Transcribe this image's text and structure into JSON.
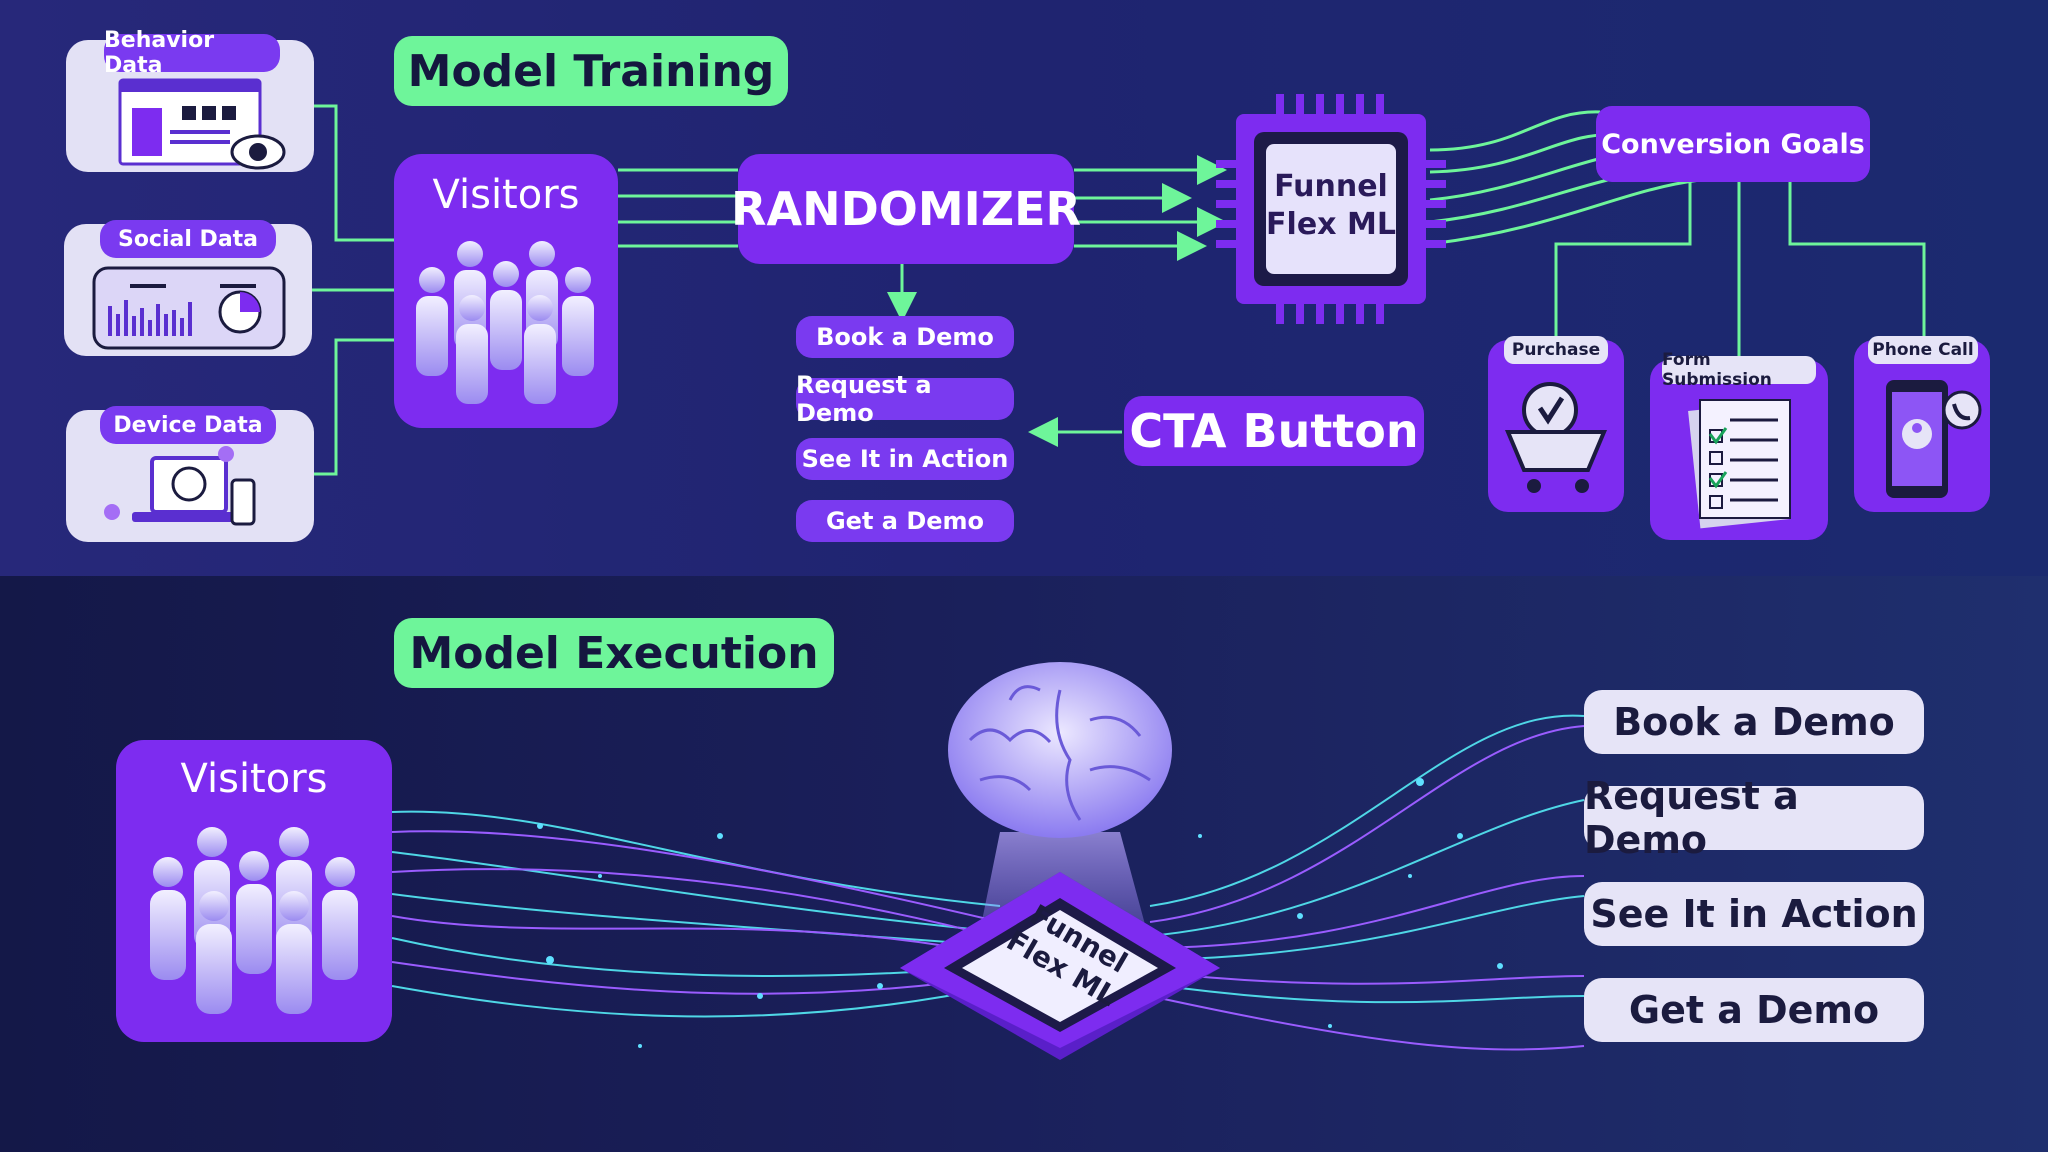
{
  "training": {
    "title": "Model Training",
    "sources": [
      {
        "label": "Behavior Data",
        "icon": "browser-eye-icon"
      },
      {
        "label": "Social Data",
        "icon": "analytics-chart-icon"
      },
      {
        "label": "Device Data",
        "icon": "laptop-phone-icon"
      }
    ],
    "visitors_label": "Visitors",
    "randomizer_label": "RANDOMIZER",
    "chip_line1": "Funnel",
    "chip_line2": "Flex ML",
    "cta_variants": [
      "Book a Demo",
      "Request a Demo",
      "See It in Action",
      "Get a Demo"
    ],
    "cta_button_label": "CTA Button",
    "conversion_goals_label": "Conversion Goals",
    "goals": [
      {
        "label": "Purchase",
        "icon": "shopping-cart-icon"
      },
      {
        "label": "Form Submission",
        "icon": "checklist-form-icon"
      },
      {
        "label": "Phone Call",
        "icon": "smartphone-call-icon"
      }
    ]
  },
  "execution": {
    "title": "Model Execution",
    "visitors_label": "Visitors",
    "chip_line1": "Funnel",
    "chip_line2": "Flex ML",
    "outputs": [
      "Book a Demo",
      "Request a Demo",
      "See It in Action",
      "Get a Demo"
    ]
  },
  "colors": {
    "accent_green": "#6ef59a",
    "purple": "#7d2cf0",
    "card_light": "#e3e1f5",
    "background": "#1f2470"
  }
}
